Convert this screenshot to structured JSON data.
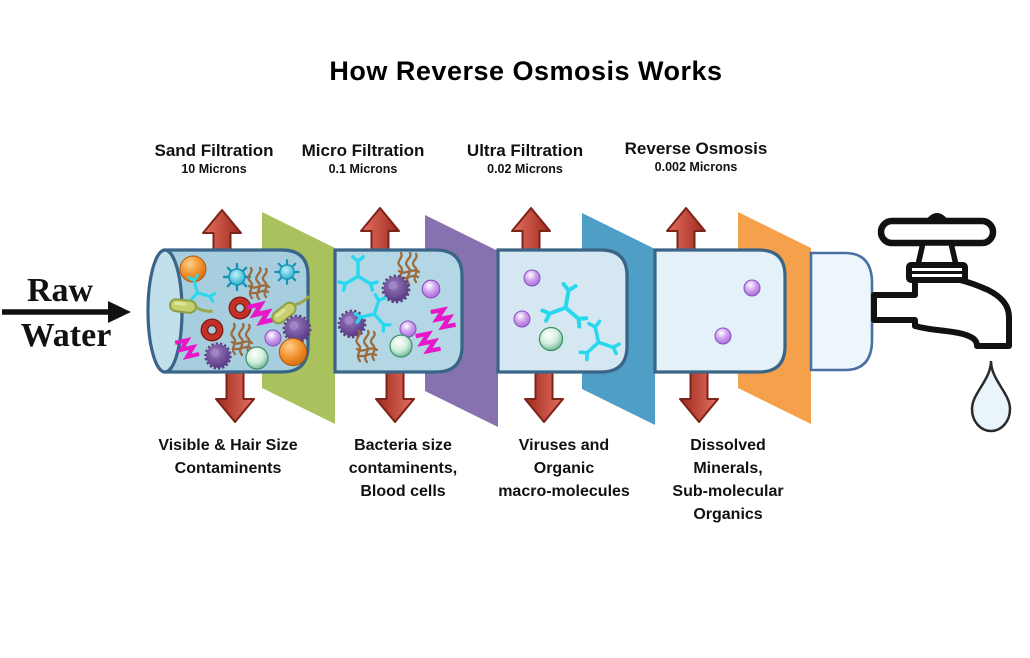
{
  "title": "How Reverse Osmosis Works",
  "raw_water": {
    "word1": "Raw",
    "word2": "Water"
  },
  "stages": [
    {
      "name": "Sand Filtration",
      "size": "10 Microns",
      "removes": "Visible & Hair Size\nContaminents",
      "membrane_color": "#a9c25d"
    },
    {
      "name": "Micro Filtration",
      "size": "0.1 Microns",
      "removes": "Bacteria size\ncontaminents,\nBlood cells",
      "membrane_color": "#8672ae"
    },
    {
      "name": "Ultra Filtration",
      "size": "0.02 Microns",
      "removes": "Viruses and\nOrganic\nmacro-molecules",
      "membrane_color": "#4f9ec6"
    },
    {
      "name": "Reverse Osmosis",
      "size": "0.002 Microns",
      "removes": "Dissolved\nMinerals,\nSub-molecular\nOrganics",
      "membrane_color": "#f5a04a"
    }
  ],
  "pipe": {
    "outline": "#3a6488",
    "section_fills": [
      "#a6cede",
      "#b4d7e6",
      "#d5e8f2",
      "#e5f1f8",
      "#ecf6fb"
    ],
    "end_cap_fill": "#c2dfec"
  },
  "arrow": {
    "light": "#e4705f",
    "dark": "#9c2a1d",
    "edge": "#7e231a"
  },
  "faucet": {
    "line_color": "#111111",
    "drop_fill": "#e9f4fb"
  },
  "icons": {
    "faucet-icon": "water tap with cross handle",
    "water-drop-icon": "falling water drop",
    "raw-water-arrow": "right-pointing flow arrow",
    "up-arrow-icon": "red reject-flow arrow up",
    "down-arrow-icon": "red reject-flow arrow down",
    "contaminants": [
      "orange-particle",
      "virus",
      "hair-clump",
      "antibody",
      "bacillus-capsule",
      "blood-cell-torus",
      "dna-fragment",
      "purple-microbe",
      "mineral-ion",
      "organic-pearl"
    ]
  }
}
